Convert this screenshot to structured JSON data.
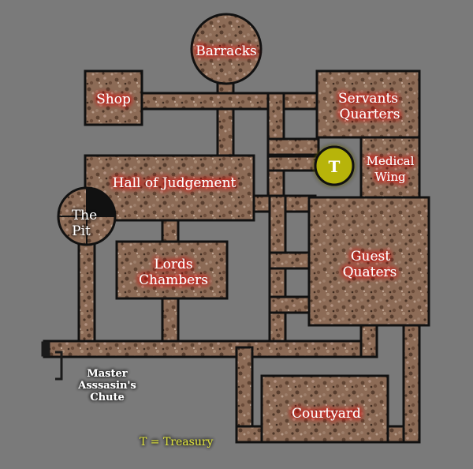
{
  "rooms": {
    "barracks": "Barracks",
    "shop": "Shop",
    "servants_line1": "Servants",
    "servants_line2": "Quarters",
    "treasury_marker": "T",
    "medical_line1": "Medical",
    "medical_line2": "Wing",
    "hall": "Hall of Judgement",
    "pit_line1": "The",
    "pit_line2": "Pit",
    "lords_line1": "Lords",
    "lords_line2": "Chambers",
    "guest_line1": "Guest",
    "guest_line2": "Quaters",
    "courtyard": "Courtyard"
  },
  "chute": {
    "line1": "Master",
    "line2": "Asssasin's",
    "line3": "Chute"
  },
  "legend": {
    "treasury": "T = Treasury"
  },
  "colors": {
    "background": "#7a7a7a",
    "floor": "#8a6a55",
    "wall": "#111111",
    "label_glow": "#e01818",
    "treasury_glow": "#e8f000",
    "legend_text": "#d8dc3a"
  }
}
